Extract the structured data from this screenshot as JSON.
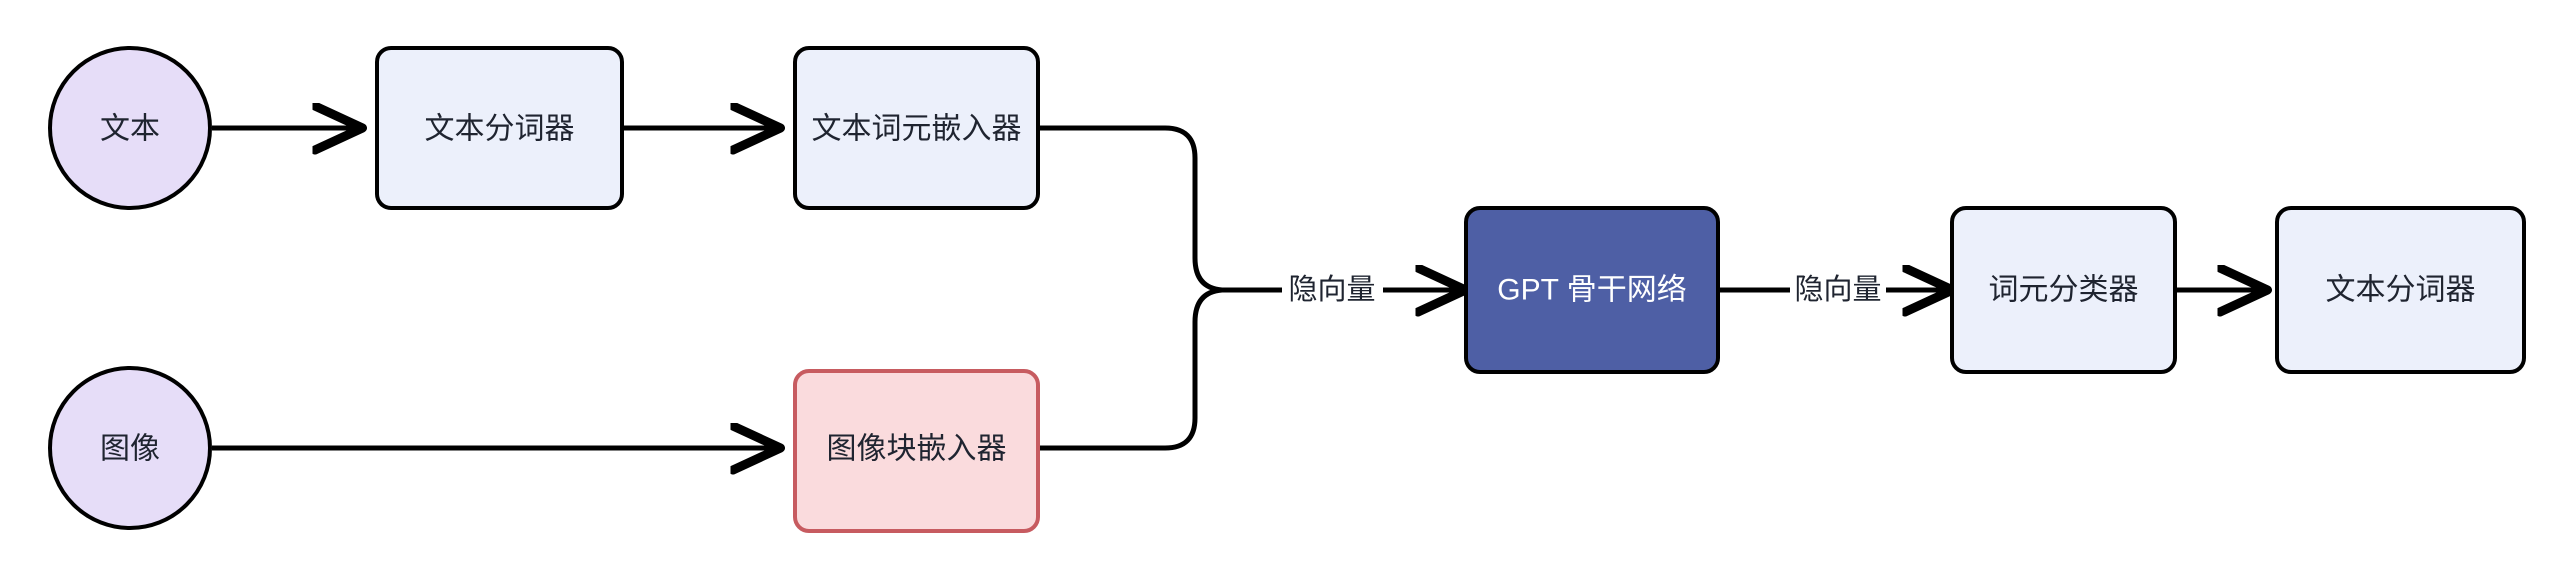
{
  "diagram": {
    "type": "flowchart",
    "direction": "left-to-right",
    "background": "#ffffff",
    "title": "",
    "palette": {
      "input_node_fill": "#E6DDF8",
      "input_node_stroke": "#000000",
      "process_fill": "#ECF0FB",
      "process_stroke": "#000000",
      "image_embed_fill": "#FADBDD",
      "image_embed_stroke": "#C75B60",
      "backbone_fill": "#4E5FA5",
      "backbone_stroke": "#000000",
      "backbone_text": "#ffffff",
      "edge": "#000000",
      "text": "#1f2430"
    },
    "nodes": [
      {
        "id": "text-input",
        "label": "文本",
        "shape": "circle",
        "style": "input"
      },
      {
        "id": "text-tokenizer",
        "label": "文本分词器",
        "shape": "rounded-rect",
        "style": "process"
      },
      {
        "id": "text-embedder",
        "label": "文本词元嵌入器",
        "shape": "rounded-rect",
        "style": "process"
      },
      {
        "id": "image-input",
        "label": "图像",
        "shape": "circle",
        "style": "input"
      },
      {
        "id": "patch-embedder",
        "label": "图像块嵌入器",
        "shape": "rounded-rect",
        "style": "image-embed"
      },
      {
        "id": "gpt-backbone",
        "label": "GPT 骨干网络",
        "shape": "rounded-rect",
        "style": "backbone"
      },
      {
        "id": "token-classifier",
        "label": "词元分类器",
        "shape": "rounded-rect",
        "style": "process"
      },
      {
        "id": "text-detokenizer",
        "label": "文本分词器",
        "shape": "rounded-rect",
        "style": "process"
      }
    ],
    "edges": [
      {
        "from": "text-input",
        "to": "text-tokenizer",
        "label": "",
        "arrow": true
      },
      {
        "from": "text-tokenizer",
        "to": "text-embedder",
        "label": "",
        "arrow": true
      },
      {
        "from": "image-input",
        "to": "patch-embedder",
        "label": "",
        "arrow": true
      },
      {
        "from": "text-embedder",
        "to": "merge-junction",
        "label": "",
        "arrow": false
      },
      {
        "from": "patch-embedder",
        "to": "merge-junction",
        "label": "",
        "arrow": false
      },
      {
        "from": "merge-junction",
        "to": "gpt-backbone",
        "label": "隐向量",
        "arrow": true
      },
      {
        "from": "gpt-backbone",
        "to": "token-classifier",
        "label": "隐向量",
        "arrow": true
      },
      {
        "from": "token-classifier",
        "to": "text-detokenizer",
        "label": "",
        "arrow": true
      }
    ],
    "edge_labels": {
      "hidden_vector_left": "隐向量",
      "hidden_vector_right": "隐向量"
    }
  }
}
